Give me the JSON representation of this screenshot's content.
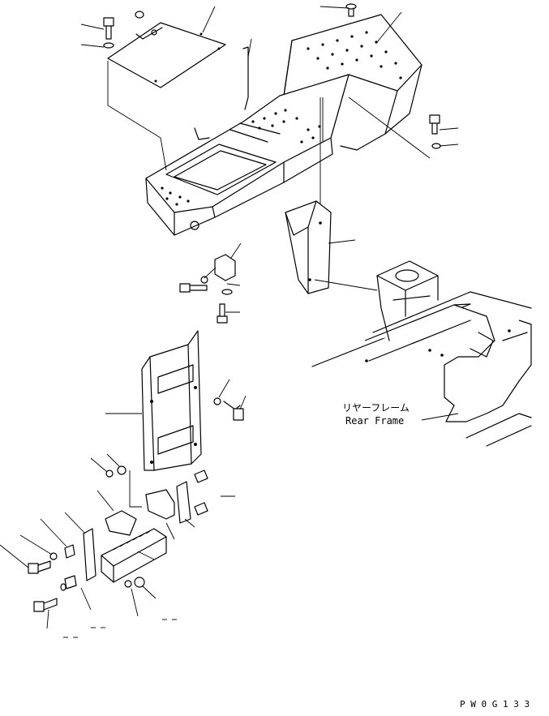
{
  "labels": {
    "rear_frame_jp": "リヤーフレーム",
    "rear_frame_en": "Rear Frame",
    "drawing_code": "P W 0 G 1 3 3"
  }
}
